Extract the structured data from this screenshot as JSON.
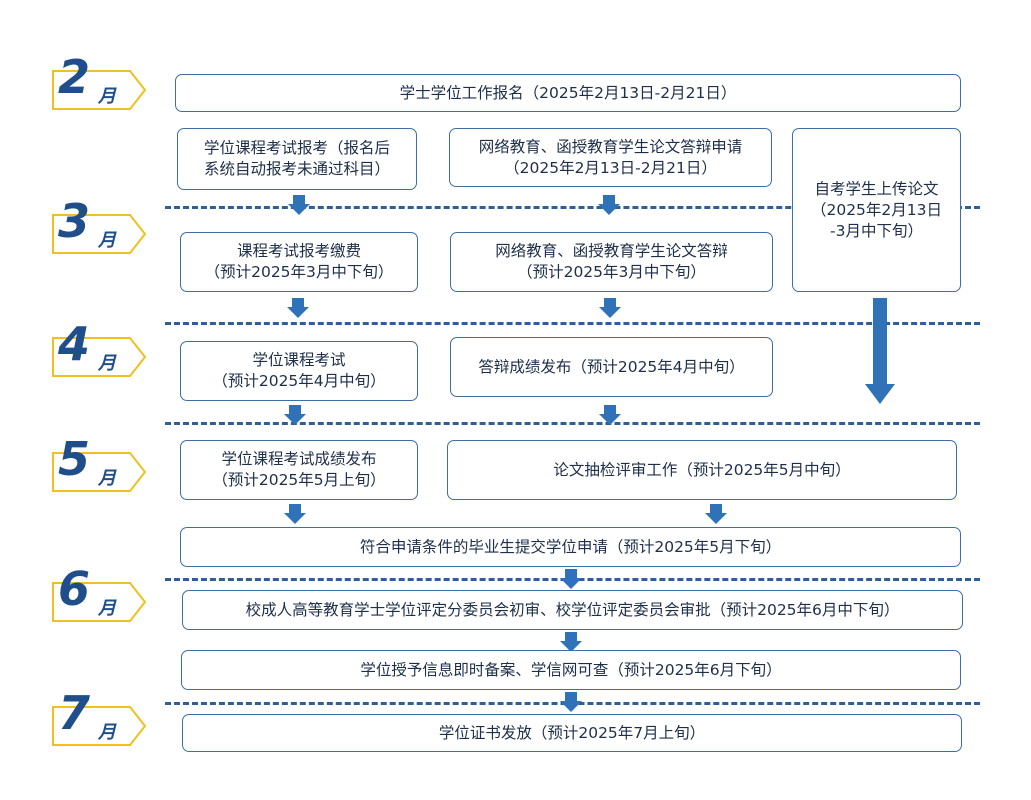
{
  "months": [
    {
      "num": "2",
      "unit": "月"
    },
    {
      "num": "3",
      "unit": "月"
    },
    {
      "num": "4",
      "unit": "月"
    },
    {
      "num": "5",
      "unit": "月"
    },
    {
      "num": "6",
      "unit": "月"
    },
    {
      "num": "7",
      "unit": "月"
    }
  ],
  "steps": {
    "registration": "学士学位工作报名（2025年2月13日-2月21日）",
    "course_exam_signup_l1": "学位课程考试报考（报名后",
    "course_exam_signup_l2": "系统自动报考未通过科目）",
    "thesis_defense_apply_l1": "网络教育、函授教育学生论文答辩申请",
    "thesis_defense_apply_l2": "（2025年2月13日-2月21日）",
    "self_study_upload_l1": "自考学生上传论文",
    "self_study_upload_l2": "（2025年2月13日",
    "self_study_upload_l3": "-3月中下旬）",
    "exam_fee_l1": "课程考试报考缴费",
    "exam_fee_l2": "（预计2025年3月中下旬）",
    "thesis_defense_l1": "网络教育、函授教育学生论文答辩",
    "thesis_defense_l2": "（预计2025年3月中下旬）",
    "course_exam_l1": "学位课程考试",
    "course_exam_l2": "（预计2025年4月中旬）",
    "defense_results": "答辩成绩发布（预计2025年4月中旬）",
    "exam_results_l1": "学位课程考试成绩发布",
    "exam_results_l2": "（预计2025年5月上旬）",
    "thesis_review": "论文抽检评审工作（预计2025年5月中旬）",
    "degree_application": "符合申请条件的毕业生提交学位申请（预计2025年5月下旬）",
    "committee_review": "校成人高等教育学士学位评定分委员会初审、校学位评定委员会审批（预计2025年6月中下旬）",
    "record_filing": "学位授予信息即时备案、学信网可查（预计2025年6月下旬）",
    "certificate_issue": "学位证书发放（预计2025年7月上旬）"
  },
  "colors": {
    "primary": "#1f4e8a",
    "arrow": "#2f72b8",
    "badge_outline": "#f0c020",
    "box_border": "#3d6ea5"
  }
}
